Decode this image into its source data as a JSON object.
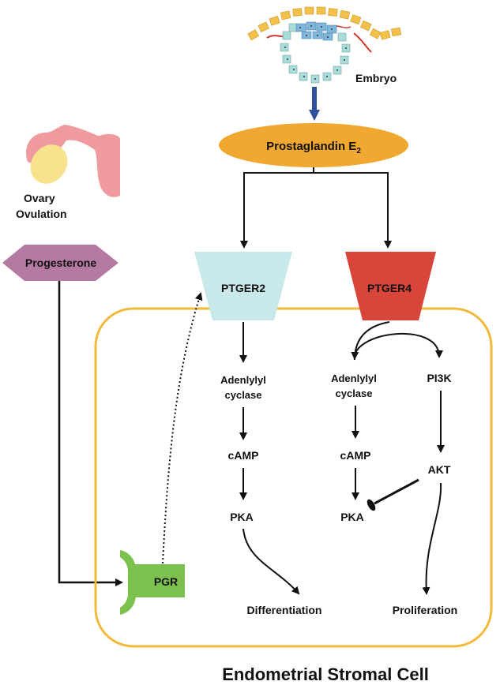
{
  "embryo": {
    "label": "Embryo"
  },
  "ovary": {
    "line1": "Ovary",
    "line2": "Ovulation"
  },
  "hormones": {
    "progesterone": "Progesterone",
    "prostaglandin": "Prostaglandin E",
    "prostaglandin_sub": "2"
  },
  "receptors": {
    "ptger2": "PTGER2",
    "ptger4": "PTGER4",
    "pgr": "PGR"
  },
  "pathway_left": {
    "enzyme_line1": "Adenlylyl",
    "enzyme_line2": "cyclase",
    "second_messenger": "cAMP",
    "kinase": "PKA",
    "outcome": "Differentiation"
  },
  "pathway_middle": {
    "enzyme_line1": "Adenlylyl",
    "enzyme_line2": "cyclase",
    "second_messenger": "cAMP",
    "kinase": "PKA"
  },
  "pathway_right": {
    "kinase1": "PI3K",
    "kinase2": "AKT",
    "outcome": "Proliferation"
  },
  "cell": {
    "title": "Endometrial Stromal Cell"
  },
  "colors": {
    "cell_border": "#f2b93b",
    "prostaglandin": "#f0a830",
    "progesterone": "#b57aa2",
    "ptger2": "#c9e8ea",
    "ptger4": "#d8453b",
    "pgr": "#7cc04e",
    "ovary_pink": "#ee9a9f",
    "ovary_yellow": "#f8e38d",
    "embryo_outer": "#f3c14a",
    "embryo_inner": "#a9dbd9",
    "embryo_core": "#7fb6dc",
    "embryo_arrow": "#2f4f9f"
  }
}
